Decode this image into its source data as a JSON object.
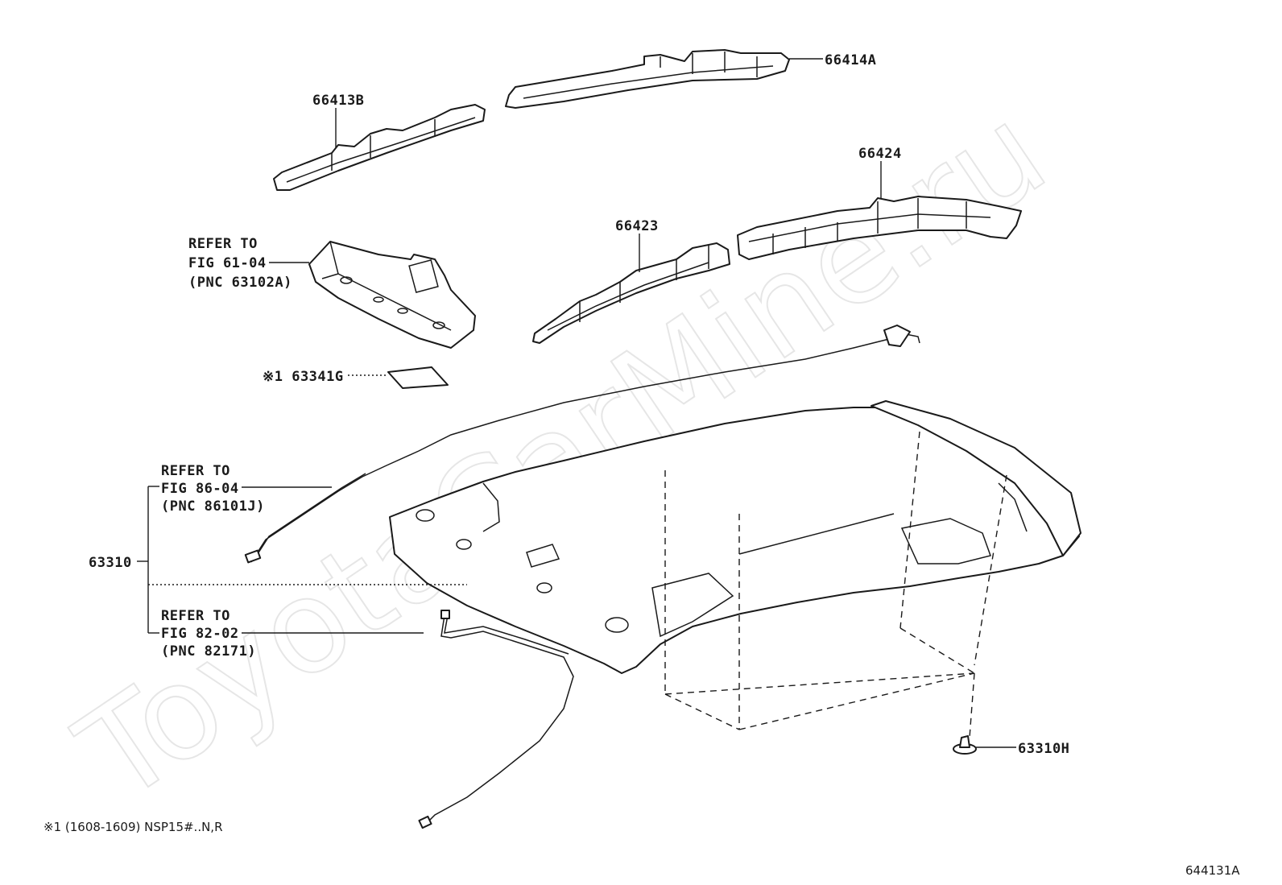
{
  "watermark": "ToyotaCarMine.ru",
  "labels": {
    "p66414A": "66414A",
    "p66413B": "66413B",
    "p66424": "66424",
    "p66423": "66423",
    "p63341G": "※1 63341G",
    "p63310": "63310",
    "p63310H": "63310H"
  },
  "refs": {
    "fig6104": {
      "line1": "REFER TO",
      "line2": "FIG 61-04",
      "line3": "(PNC 63102A)"
    },
    "fig8604": {
      "line1": "REFER TO",
      "line2": "FIG 86-04",
      "line3": "(PNC 86101J)"
    },
    "fig8202": {
      "line1": "REFER TO",
      "line2": "FIG 82-02",
      "line3": "(PNC 82171)"
    }
  },
  "footnote": "※1 (1608-1609) NSP15#..N,R",
  "figure_code": "644131A"
}
